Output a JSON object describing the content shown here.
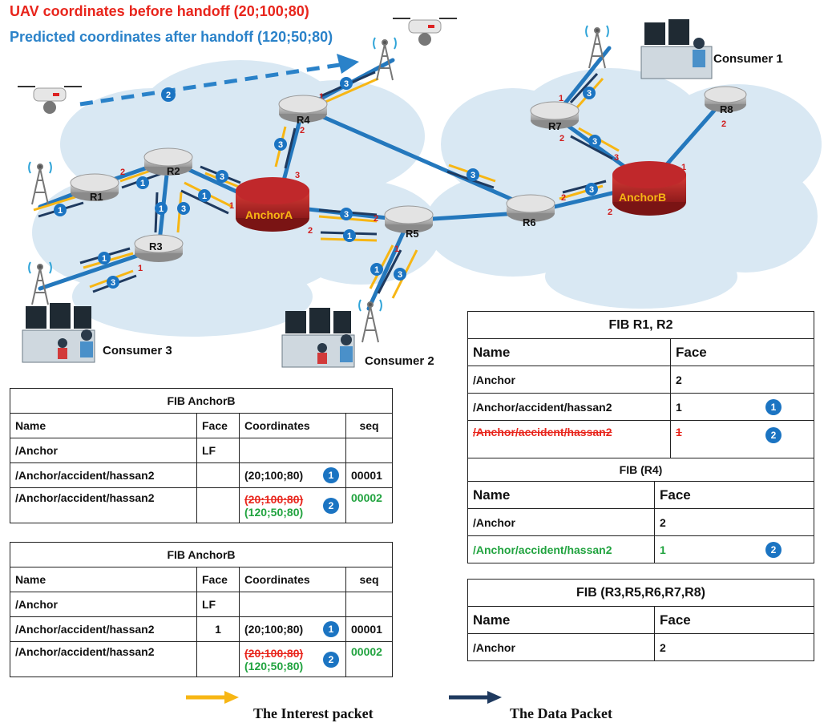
{
  "header": {
    "before_handoff": "UAV coordinates before handoff (20;100;80)",
    "after_handoff": "Predicted  coordinates after handoff (120;50;80)"
  },
  "colors": {
    "interest": "#f7b614",
    "data": "#1f3a5f",
    "link": "#2478bd",
    "badge": "#1b74c2",
    "strike": "#e8251c",
    "green": "#21a33f",
    "anchor": "#c0282b"
  },
  "routers": {
    "r1": "R1",
    "r2": "R2",
    "r3": "R3",
    "r4": "R4",
    "r5": "R5",
    "r6": "R6",
    "r7": "R7",
    "r8": "R8",
    "anchor_a": "AnchorA",
    "anchor_b": "AnchorB"
  },
  "consumers": {
    "c1": "Consumer 1",
    "c2": "Consumer 2",
    "c3": "Consumer 3"
  },
  "badge_labels": {
    "one": "1",
    "two": "2",
    "three": "3"
  },
  "fib_anchorb_1": {
    "title": "FIB AnchorB",
    "headers": [
      "Name",
      "Face",
      "Coordinates",
      "seq"
    ],
    "rows": [
      {
        "name": "/Anchor",
        "face": "LF",
        "coord": "",
        "coord_new": "",
        "seq": ""
      },
      {
        "name": "/Anchor/accident/hassan2",
        "face": "",
        "coord": "(20;100;80)",
        "coord_new": "",
        "seq": "00001"
      },
      {
        "name": "/Anchor/accident/hassan2",
        "face": "",
        "coord": "(20;100;80)",
        "coord_new": "(120;50;80)",
        "seq": "00002"
      }
    ]
  },
  "fib_anchorb_2": {
    "title": "FIB AnchorB",
    "headers": [
      "Name",
      "Face",
      "Coordinates",
      "seq"
    ],
    "rows": [
      {
        "name": "/Anchor",
        "face": "LF",
        "coord": "",
        "coord_new": "",
        "seq": ""
      },
      {
        "name": "/Anchor/accident/hassan2",
        "face": "1",
        "coord": "(20;100;80)",
        "coord_new": "",
        "seq": "00001"
      },
      {
        "name": "/Anchor/accident/hassan2",
        "face": "",
        "coord": "(20;100;80)",
        "coord_new": "(120;50;80)",
        "seq": "00002"
      }
    ]
  },
  "fib_r1r2": {
    "title": "FIB R1, R2",
    "headers": [
      "Name",
      "Face"
    ],
    "rows": [
      {
        "name": "/Anchor",
        "face": "2"
      },
      {
        "name": "/Anchor/accident/hassan2",
        "face": "1"
      },
      {
        "name": "/Anchor/accident/hassan2",
        "face": "1"
      }
    ]
  },
  "fib_r4": {
    "title": "FIB (R4)",
    "headers": [
      "Name",
      "Face"
    ],
    "rows": [
      {
        "name": "/Anchor",
        "face": "2"
      },
      {
        "name": "/Anchor/accident/hassan2",
        "face": "1"
      }
    ]
  },
  "fib_rest": {
    "title": "FIB (R3,R5,R6,R7,R8)",
    "headers": [
      "Name",
      "Face"
    ],
    "rows": [
      {
        "name": "/Anchor",
        "face": "2"
      }
    ]
  },
  "legend": {
    "interest": "The Interest packet",
    "data": "The Data Packet"
  }
}
